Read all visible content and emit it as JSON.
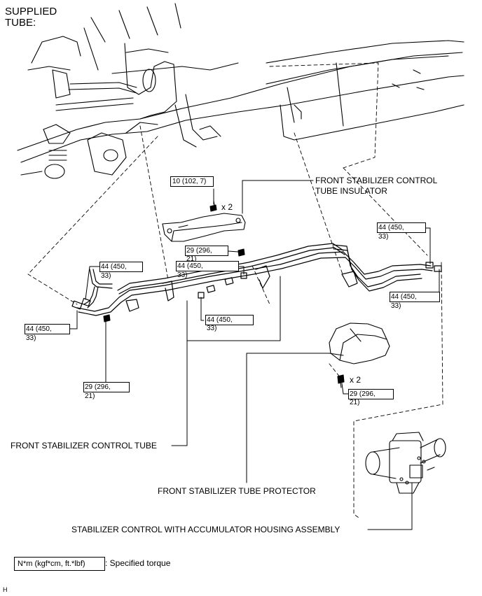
{
  "title_line1": "SUPPLIED",
  "title_line2": "TUBE:",
  "parts": {
    "insulator_line1": "FRONT STABILIZER CONTROL",
    "insulator_line2": "TUBE INSULATOR",
    "control_tube": "FRONT STABILIZER CONTROL TUBE",
    "tube_protector": "FRONT STABILIZER TUBE PROTECTOR",
    "accumulator_housing": "STABILIZER CONTROL WITH ACCUMULATOR HOUSING ASSEMBLY"
  },
  "torques": {
    "t1_a": "10 (102, 7)",
    "t2_a": "44 (450,",
    "t2_b": "33)",
    "t3_a": "44 (450,",
    "t3_b": "33)",
    "t4_a": "29 (296,",
    "t4_b": "21)",
    "t5_a": "44 (450,",
    "t5_b": "33)",
    "t6_a": "44 (450,",
    "t6_b": "33)",
    "t7_a": "44 (450,",
    "t7_b": "33)",
    "t8_a": "29 (296,",
    "t8_b": "21)",
    "t9_a": "29 (296,",
    "t9_b": "21)",
    "t10_a": "44 (450,",
    "t10_b": "33)"
  },
  "qty": {
    "q1": "x 2",
    "q2": "x 2"
  },
  "legend": {
    "unit": "N*m (kgf*cm, ft.*lbf)",
    "desc": ": Specified torque"
  },
  "corner_code": "H"
}
